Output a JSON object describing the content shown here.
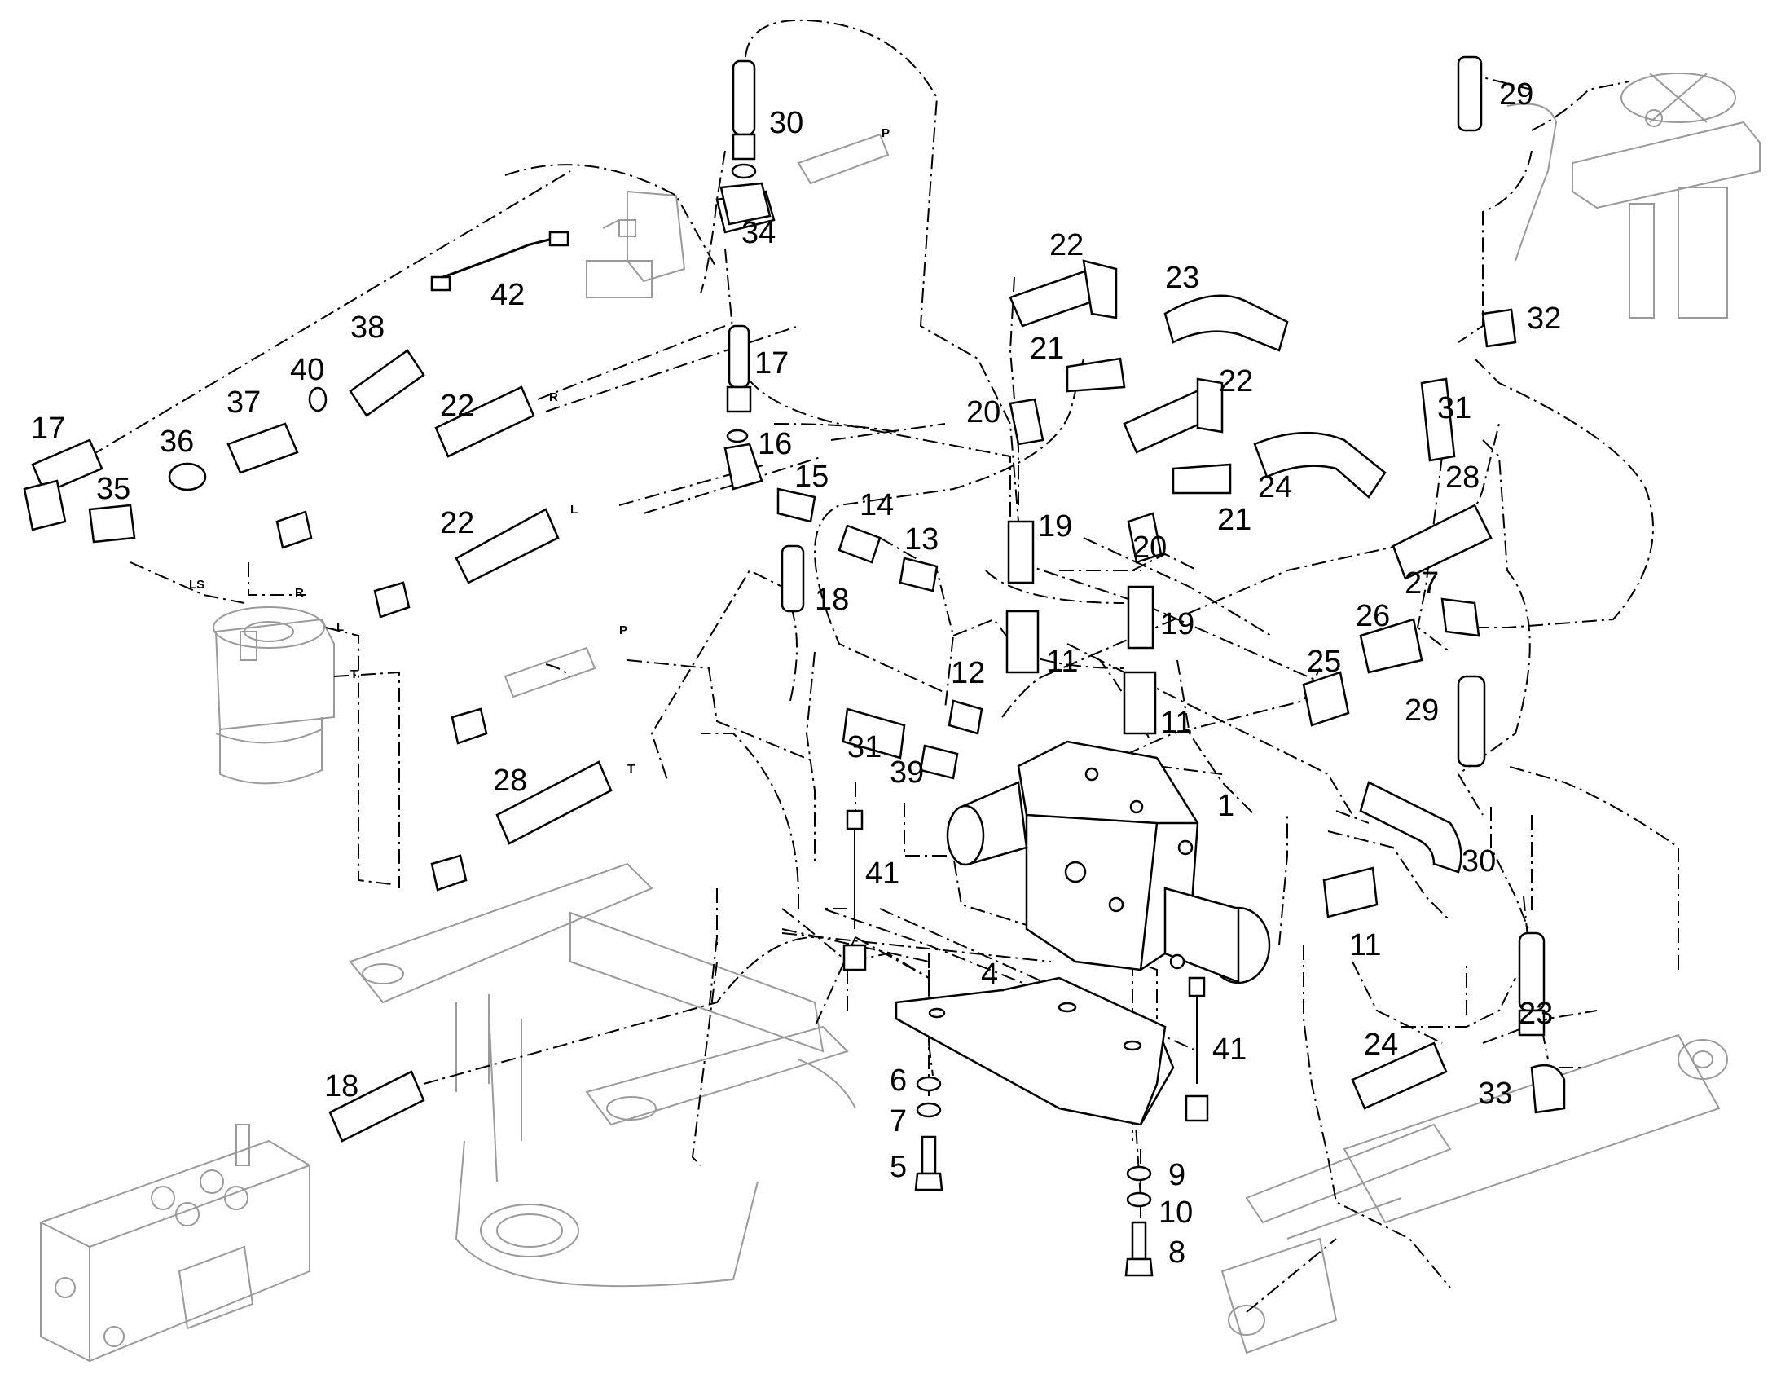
{
  "callouts": [
    {
      "id": "c1",
      "text": "1"
    },
    {
      "id": "c4",
      "text": "4"
    },
    {
      "id": "c5",
      "text": "5"
    },
    {
      "id": "c6",
      "text": "6"
    },
    {
      "id": "c7",
      "text": "7"
    },
    {
      "id": "c8",
      "text": "8"
    },
    {
      "id": "c9",
      "text": "9"
    },
    {
      "id": "c10",
      "text": "10"
    },
    {
      "id": "c11a",
      "text": "11"
    },
    {
      "id": "c11b",
      "text": "11"
    },
    {
      "id": "c11c",
      "text": "11"
    },
    {
      "id": "c12",
      "text": "12"
    },
    {
      "id": "c13",
      "text": "13"
    },
    {
      "id": "c14",
      "text": "14"
    },
    {
      "id": "c15",
      "text": "15"
    },
    {
      "id": "c16",
      "text": "16"
    },
    {
      "id": "c17a",
      "text": "17"
    },
    {
      "id": "c17b",
      "text": "17"
    },
    {
      "id": "c18a",
      "text": "18"
    },
    {
      "id": "c18b",
      "text": "18"
    },
    {
      "id": "c19a",
      "text": "19"
    },
    {
      "id": "c19b",
      "text": "19"
    },
    {
      "id": "c20a",
      "text": "20"
    },
    {
      "id": "c20b",
      "text": "20"
    },
    {
      "id": "c21a",
      "text": "21"
    },
    {
      "id": "c21b",
      "text": "21"
    },
    {
      "id": "c22a",
      "text": "22"
    },
    {
      "id": "c22b",
      "text": "22"
    },
    {
      "id": "c22c",
      "text": "22"
    },
    {
      "id": "c22d",
      "text": "22"
    },
    {
      "id": "c23a",
      "text": "23"
    },
    {
      "id": "c23b",
      "text": "23"
    },
    {
      "id": "c24a",
      "text": "24"
    },
    {
      "id": "c24b",
      "text": "24"
    },
    {
      "id": "c25",
      "text": "25"
    },
    {
      "id": "c26",
      "text": "26"
    },
    {
      "id": "c27",
      "text": "27"
    },
    {
      "id": "c28a",
      "text": "28"
    },
    {
      "id": "c28b",
      "text": "28"
    },
    {
      "id": "c29a",
      "text": "29"
    },
    {
      "id": "c29b",
      "text": "29"
    },
    {
      "id": "c30a",
      "text": "30"
    },
    {
      "id": "c30b",
      "text": "30"
    },
    {
      "id": "c31a",
      "text": "31"
    },
    {
      "id": "c31b",
      "text": "31"
    },
    {
      "id": "c32",
      "text": "32"
    },
    {
      "id": "c33",
      "text": "33"
    },
    {
      "id": "c34",
      "text": "34"
    },
    {
      "id": "c35",
      "text": "35"
    },
    {
      "id": "c36",
      "text": "36"
    },
    {
      "id": "c37",
      "text": "37"
    },
    {
      "id": "c38",
      "text": "38"
    },
    {
      "id": "c39",
      "text": "39"
    },
    {
      "id": "c40",
      "text": "40"
    },
    {
      "id": "c41a",
      "text": "41"
    },
    {
      "id": "c41b",
      "text": "41"
    },
    {
      "id": "c42",
      "text": "42"
    }
  ],
  "port_labels": [
    {
      "id": "pLS",
      "text": "LS"
    },
    {
      "id": "pR1",
      "text": "R"
    },
    {
      "id": "pL1",
      "text": "L"
    },
    {
      "id": "pT1",
      "text": "T"
    },
    {
      "id": "pP1",
      "text": "P"
    },
    {
      "id": "pP2",
      "text": "P"
    },
    {
      "id": "pR2",
      "text": "R"
    },
    {
      "id": "pL2",
      "text": "L"
    },
    {
      "id": "pT2",
      "text": "T"
    }
  ],
  "colors": {
    "line": "#000000",
    "ghost": "#9a9a9a",
    "background": "#ffffff"
  }
}
